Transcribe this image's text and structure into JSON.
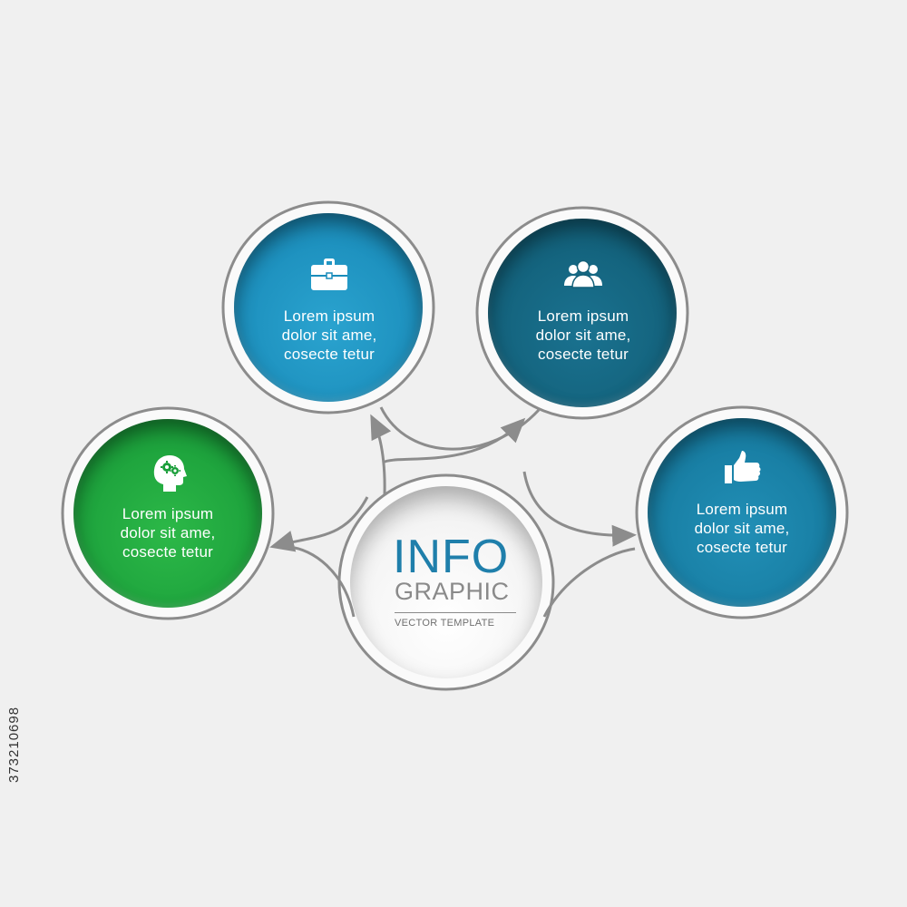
{
  "center": {
    "title_line1": "INFO",
    "title_line2": "GRAPHIC",
    "subtitle": "VECTOR TEMPLATE"
  },
  "nodes": [
    {
      "id": "green",
      "color": "#1a9e3a",
      "color_light": "#2cb848",
      "icon": "head-gears-icon",
      "text": "Lorem  ipsum\ndolor sit ame,\ncosecte  tetur"
    },
    {
      "id": "light-blue",
      "color": "#1a8cba",
      "color_light": "#2aa3cf",
      "icon": "briefcase-icon",
      "text": "Lorem  ipsum\ndolor sit ame,\ncosecte  tetur"
    },
    {
      "id": "dark-teal",
      "color": "#125f78",
      "color_light": "#1a7290",
      "icon": "people-icon",
      "text": "Lorem  ipsum\ndolor sit ame,\ncosecte  tetur"
    },
    {
      "id": "blue",
      "color": "#167a9f",
      "color_light": "#218fb6",
      "icon": "thumbs-up-icon",
      "text": "Lorem  ipsum\ndolor sit ame,\ncosecte  tetur"
    }
  ],
  "stock_id": "373210698"
}
